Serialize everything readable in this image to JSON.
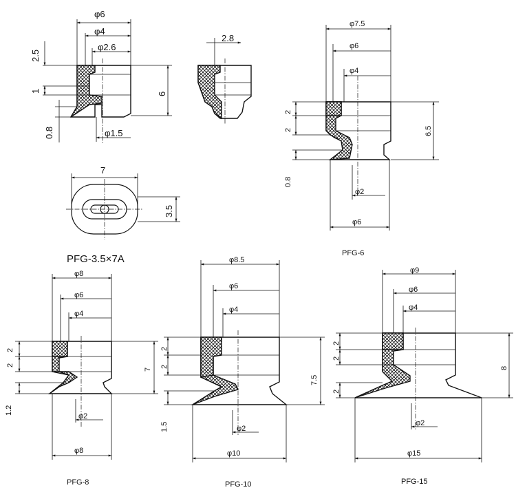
{
  "drawing": {
    "pfg35x7a": {
      "title": "PFG-3.5×7A",
      "d6": "φ6",
      "d4": "φ4",
      "d26": "φ2.6",
      "d15": "φ1.5",
      "h25": "2.5",
      "h1": "1",
      "h08": "0.8",
      "h6": "6",
      "w28": "2.8",
      "w7": "7",
      "h35": "3.5"
    },
    "pfg6": {
      "title": "PFG-6",
      "d75": "φ7.5",
      "d6top": "φ6",
      "d4": "φ4",
      "d2": "φ2",
      "d6bot": "φ6",
      "h2a": "2",
      "h2b": "2",
      "h08": "0.8",
      "h65": "6.5"
    },
    "pfg8": {
      "title": "PFG-8",
      "d8top": "φ8",
      "d6": "φ6",
      "d4": "φ4",
      "d2": "φ2",
      "d8bot": "φ8",
      "h2a": "2",
      "h2b": "2",
      "h12": "1.2",
      "h7": "7"
    },
    "pfg10": {
      "title": "PFG-10",
      "d85": "φ8.5",
      "d6": "φ6",
      "d4": "φ4",
      "d2": "φ2",
      "d10": "φ10",
      "h2a": "2",
      "h2b": "2",
      "h15": "1.5",
      "h75": "7.5"
    },
    "pfg15": {
      "title": "PFG-15",
      "d9": "φ9",
      "d6": "φ6",
      "d4": "φ4",
      "d2": "φ2",
      "d15": "φ15",
      "h2a": "2",
      "h2b": "2",
      "h2c": "2",
      "h8": "8"
    }
  }
}
